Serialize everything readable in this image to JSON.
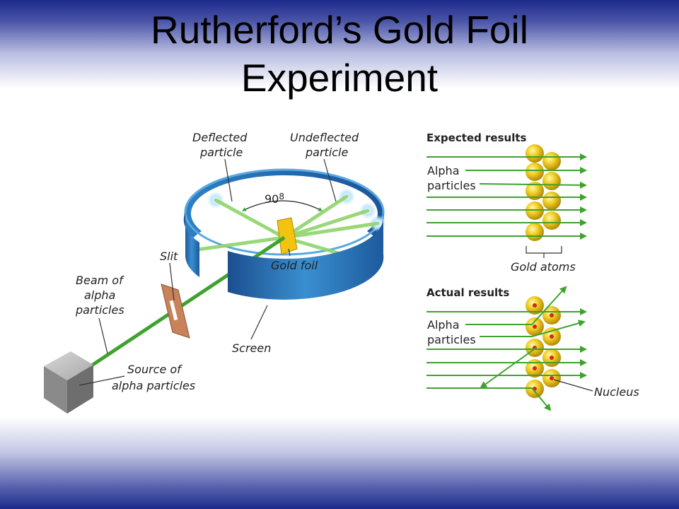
{
  "title": {
    "line1": "Rutherford’s Gold Foil",
    "line2": "Experiment"
  },
  "apparatus": {
    "deflected_particle": [
      "Deflected",
      "particle"
    ],
    "undeflected_particle": [
      "Undeflected",
      "particle"
    ],
    "angle": "90",
    "angle_unit": "8",
    "gold_foil": "Gold foil",
    "slit": "Slit",
    "beam": [
      "Beam of",
      "alpha",
      "particles"
    ],
    "screen": "Screen",
    "source": [
      "Source of",
      "alpha particles"
    ]
  },
  "expected": {
    "heading": "Expected results",
    "alpha": [
      "Alpha",
      "particles"
    ],
    "gold_atoms": "Gold atoms"
  },
  "actual": {
    "heading": "Actual results",
    "alpha": [
      "Alpha",
      "particles"
    ],
    "nucleus": "Nucleus"
  },
  "colors": {
    "beam_green": "#3fa22e",
    "screen_blue": "#2a6fb0",
    "gold": "#e8c41a",
    "nucleus_red": "#d0281e"
  }
}
